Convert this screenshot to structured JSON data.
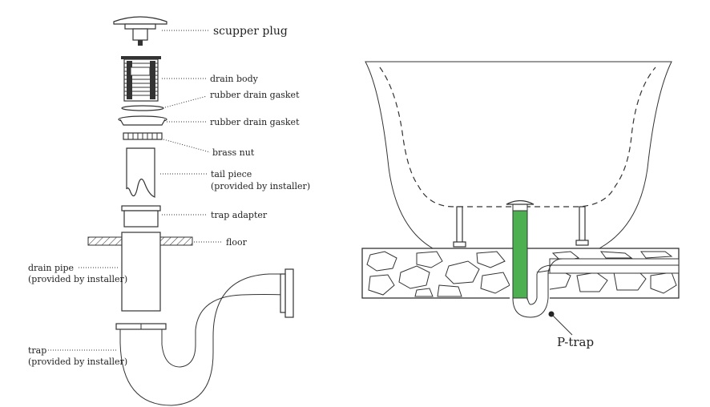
{
  "exploded_view": {
    "labels": {
      "scupper_plug": "scupper plug",
      "drain_body": "drain body",
      "gasket_upper": "rubber drain gasket",
      "gasket_lower": "rubber drain gasket",
      "brass_nut": "brass nut",
      "tail_piece_line1": "tail piece",
      "tail_piece_line2": "(provided by installer)",
      "trap_adapter": "trap adapter",
      "floor": "floor",
      "drain_pipe_line1": "drain pipe",
      "drain_pipe_line2": "(provided by installer)",
      "trap_line1": "trap",
      "trap_line2": "(provided by installer)"
    }
  },
  "install_view": {
    "labels": {
      "p_trap": "P-trap"
    },
    "colors": {
      "drain_highlight": "#4caf50"
    }
  }
}
